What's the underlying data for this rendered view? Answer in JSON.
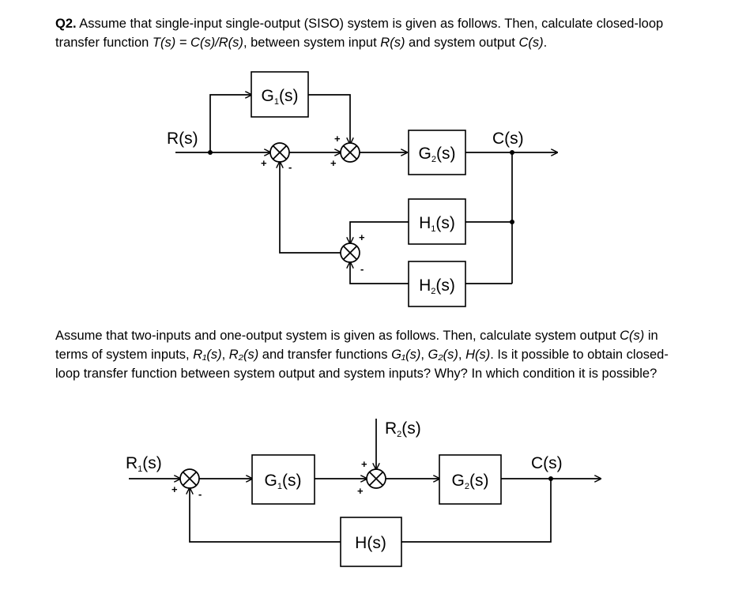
{
  "question1": {
    "label": "Q2.",
    "text_a": " Assume that single-input single-output (SISO) system is given as follows. Then, calculate closed-loop transfer function ",
    "T_expr": "T(s) = C(s)/R(s)",
    "text_b": ", between system input ",
    "R": "R(s)",
    "text_c": " and system output ",
    "C": "C(s)",
    "text_d": "."
  },
  "diagram1": {
    "input": "R(s)",
    "output": "C(s)",
    "blocks": {
      "g1": "G",
      "g2": "G",
      "h1": "H",
      "h2": "H"
    },
    "subscripts": {
      "g1": "1",
      "g2": "2",
      "h1": "1",
      "h2": "2"
    },
    "signs": {
      "sum1_left": "+",
      "sum1_bottom": "-",
      "sum2_top": "+",
      "sum2_left": "+",
      "sum3_right": "+",
      "sum3_bottom": "-"
    }
  },
  "question2": {
    "text_a": "Assume that two-inputs and one-output system is given as follows. Then, calculate system output ",
    "C": "C(s)",
    "text_b": " in terms of system inputs, ",
    "R1": "R₁(s)",
    "sep1": ", ",
    "R2": "R₂(s)",
    "text_c": " and transfer functions ",
    "G1": "G₁(s)",
    "sep2": ", ",
    "G2": "G₂(s)",
    "sep3": ", ",
    "H": "H(s)",
    "text_d": ". Is it possible to obtain closed-loop transfer function between system output and system inputs? Why? In which condition it is possible?"
  },
  "diagram2": {
    "input1": "R",
    "input1_sub": "1",
    "input2": "R",
    "input2_sub": "2",
    "output": "C(s)",
    "blocks": {
      "g1": "G",
      "g2": "G",
      "h": "H(s)"
    },
    "subscripts": {
      "g1": "1",
      "g2": "2"
    },
    "signs": {
      "sum1_left": "+",
      "sum1_bottom": "-",
      "sum2_top": "+",
      "sum2_left": "+"
    }
  }
}
